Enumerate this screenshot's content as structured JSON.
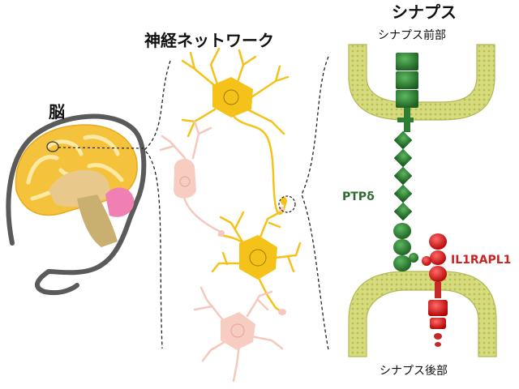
{
  "labels": {
    "brain": "脳",
    "network": "神経ネットワーク",
    "synapse": "シナプス",
    "presynaptic": "シナプス前部",
    "postsynaptic": "シナプス後部",
    "ptp": "PTPδ",
    "il1": "IL1RAPL1"
  },
  "colors": {
    "brain_outline": "#555555",
    "brain_cortex": "#f5c33b",
    "brain_inner": "#fde9a6",
    "brain_pink": "#f07fb4",
    "neuron_active": "#f5c21a",
    "neuron_faded": "#f6c8bd",
    "membrane": "#d2d97a",
    "membrane_edge": "#b1b955",
    "ptp_green": "#2e7d32",
    "ptp_dark": "#1b5e20",
    "il1_red": "#d81b1b",
    "ptp_text": "#2e6b2e",
    "il1_text": "#cc2222"
  }
}
